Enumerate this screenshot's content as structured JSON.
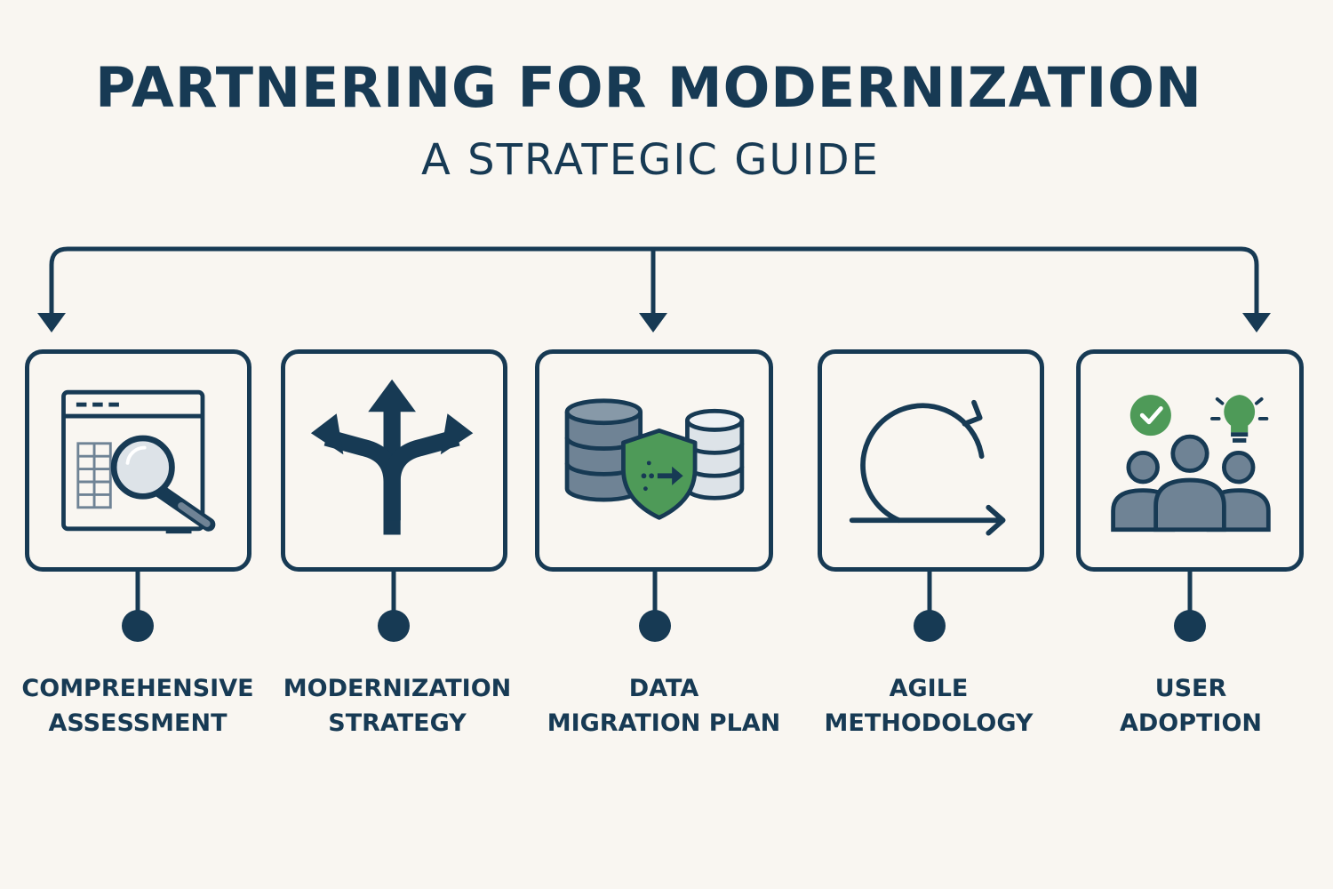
{
  "header": {
    "title": "PARTNERING FOR MODERNIZATION",
    "subtitle": "A STRATEGIC GUIDE"
  },
  "colors": {
    "navy": "#173a54",
    "slate": "#6f8395",
    "green": "#4e9a58",
    "background": "#f9f6f1"
  },
  "steps": [
    {
      "label": "COMPREHENSIVE\nASSESSMENT",
      "icon": "browser-magnifier-icon"
    },
    {
      "label": "MODERNIZATION\nSTRATEGY",
      "icon": "split-arrows-icon"
    },
    {
      "label": "DATA\nMIGRATION PLAN",
      "icon": "database-shield-icon"
    },
    {
      "label": "AGILE\nMETHODOLOGY",
      "icon": "cycle-arrow-icon"
    },
    {
      "label": "USER\nADOPTION",
      "icon": "team-idea-icon"
    }
  ]
}
